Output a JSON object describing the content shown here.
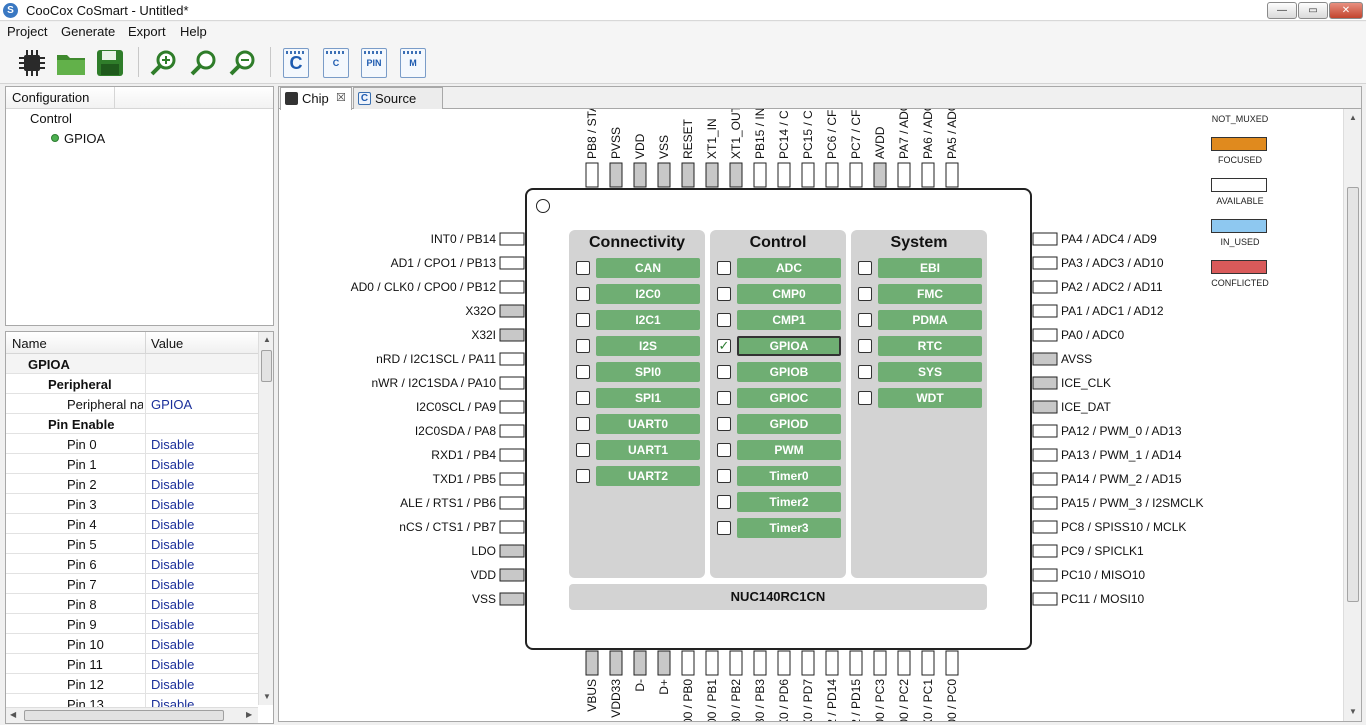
{
  "window": {
    "title": "CooCox CoSmart - Untitled*",
    "icon": "S",
    "controls": {
      "min": "—",
      "max": "▭",
      "close": "✕"
    }
  },
  "menu": [
    "Project",
    "Generate",
    "Export",
    "Help"
  ],
  "toolbar": {
    "icons": [
      "chip-icon",
      "open-folder-icon",
      "save-icon",
      "zoom-in-icon",
      "zoom-reset-icon",
      "zoom-out-icon",
      "generate-c-icon",
      "generate-code-icon",
      "pin-report-icon",
      "memory-report-icon"
    ],
    "doc_labels": {
      "c": "C",
      "code": "C",
      "pin": "PIN",
      "mem": "M"
    }
  },
  "config": {
    "header": "Configuration",
    "category": "Control",
    "item": "GPIOA"
  },
  "properties": {
    "columns": [
      "Name",
      "Value"
    ],
    "rows": [
      {
        "name": "GPIOA",
        "value": "",
        "level": 1,
        "bold": true
      },
      {
        "name": "Peripheral",
        "value": "",
        "level": 2,
        "bold": true
      },
      {
        "name": "Peripheral na",
        "value": "GPIOA",
        "level": 3,
        "bold": false
      },
      {
        "name": "Pin Enable",
        "value": "",
        "level": 2,
        "bold": true
      },
      {
        "name": "Pin 0",
        "value": "Disable",
        "level": 3,
        "bold": false
      },
      {
        "name": "Pin 1",
        "value": "Disable",
        "level": 3,
        "bold": false
      },
      {
        "name": "Pin 2",
        "value": "Disable",
        "level": 3,
        "bold": false
      },
      {
        "name": "Pin 3",
        "value": "Disable",
        "level": 3,
        "bold": false
      },
      {
        "name": "Pin 4",
        "value": "Disable",
        "level": 3,
        "bold": false
      },
      {
        "name": "Pin 5",
        "value": "Disable",
        "level": 3,
        "bold": false
      },
      {
        "name": "Pin 6",
        "value": "Disable",
        "level": 3,
        "bold": false
      },
      {
        "name": "Pin 7",
        "value": "Disable",
        "level": 3,
        "bold": false
      },
      {
        "name": "Pin 8",
        "value": "Disable",
        "level": 3,
        "bold": false
      },
      {
        "name": "Pin 9",
        "value": "Disable",
        "level": 3,
        "bold": false
      },
      {
        "name": "Pin 10",
        "value": "Disable",
        "level": 3,
        "bold": false
      },
      {
        "name": "Pin 11",
        "value": "Disable",
        "level": 3,
        "bold": false
      },
      {
        "name": "Pin 12",
        "value": "Disable",
        "level": 3,
        "bold": false
      },
      {
        "name": "Pin 13",
        "value": "Disable",
        "level": 3,
        "bold": false
      }
    ]
  },
  "tabs": [
    {
      "label": "Chip",
      "icon": "chip-tab-icon",
      "close": "☒"
    },
    {
      "label": "Source",
      "icon": "source-tab-icon",
      "glyph": "C"
    }
  ],
  "legend": [
    {
      "label": "NOT_MUXED",
      "color": "#d0d0d0",
      "swatch": false
    },
    {
      "label": "FOCUSED",
      "color": "#e08a1e",
      "swatch": true
    },
    {
      "label": "AVAILABLE",
      "color": "#ffffff",
      "swatch": true
    },
    {
      "label": "IN_USED",
      "color": "#8ec8f0",
      "swatch": true
    },
    {
      "label": "CONFLICTED",
      "color": "#d95a5a",
      "swatch": true
    }
  ],
  "chip": {
    "name": "NUC140RC1CN",
    "colors": {
      "available": "#ffffff",
      "not_muxed": "#c8c8c8",
      "peripheral": "#6fae73",
      "group": "#d3d3d3"
    },
    "groups": [
      {
        "title": "Connectivity",
        "items": [
          {
            "label": "CAN",
            "checked": false
          },
          {
            "label": "I2C0",
            "checked": false
          },
          {
            "label": "I2C1",
            "checked": false
          },
          {
            "label": "I2S",
            "checked": false
          },
          {
            "label": "SPI0",
            "checked": false
          },
          {
            "label": "SPI1",
            "checked": false
          },
          {
            "label": "UART0",
            "checked": false
          },
          {
            "label": "UART1",
            "checked": false
          },
          {
            "label": "UART2",
            "checked": false
          }
        ]
      },
      {
        "title": "Control",
        "items": [
          {
            "label": "ADC",
            "checked": false
          },
          {
            "label": "CMP0",
            "checked": false
          },
          {
            "label": "CMP1",
            "checked": false
          },
          {
            "label": "GPIOA",
            "checked": true
          },
          {
            "label": "GPIOB",
            "checked": false
          },
          {
            "label": "GPIOC",
            "checked": false
          },
          {
            "label": "GPIOD",
            "checked": false
          },
          {
            "label": "PWM",
            "checked": false
          },
          {
            "label": "Timer0",
            "checked": false
          },
          {
            "label": "Timer2",
            "checked": false
          },
          {
            "label": "Timer3",
            "checked": false
          }
        ]
      },
      {
        "title": "System",
        "items": [
          {
            "label": "EBI",
            "checked": false
          },
          {
            "label": "FMC",
            "checked": false
          },
          {
            "label": "PDMA",
            "checked": false
          },
          {
            "label": "RTC",
            "checked": false
          },
          {
            "label": "SYS",
            "checked": false
          },
          {
            "label": "WDT",
            "checked": false
          }
        ]
      }
    ],
    "left_pins": [
      {
        "n": 1,
        "label": "INT0 / PB14",
        "state": "available"
      },
      {
        "n": 2,
        "label": "AD1 / CPO1 / PB13",
        "state": "available"
      },
      {
        "n": 3,
        "label": "AD0 / CLK0 / CPO0 / PB12",
        "state": "available"
      },
      {
        "n": 4,
        "label": "X32O",
        "state": "not_muxed"
      },
      {
        "n": 5,
        "label": "X32I",
        "state": "not_muxed"
      },
      {
        "n": 6,
        "label": "nRD / I2C1SCL / PA11",
        "state": "available"
      },
      {
        "n": 7,
        "label": "nWR / I2C1SDA / PA10",
        "state": "available"
      },
      {
        "n": 8,
        "label": "I2C0SCL / PA9",
        "state": "available"
      },
      {
        "n": 9,
        "label": "I2C0SDA / PA8",
        "state": "available"
      },
      {
        "n": 10,
        "label": "RXD1 / PB4",
        "state": "available"
      },
      {
        "n": 11,
        "label": "TXD1 / PB5",
        "state": "available"
      },
      {
        "n": 12,
        "label": "ALE / RTS1 / PB6",
        "state": "available"
      },
      {
        "n": 13,
        "label": "nCS / CTS1 / PB7",
        "state": "available"
      },
      {
        "n": 14,
        "label": "LDO",
        "state": "not_muxed"
      },
      {
        "n": 15,
        "label": "VDD",
        "state": "not_muxed"
      },
      {
        "n": 16,
        "label": "VSS",
        "state": "not_muxed"
      }
    ],
    "right_pins": [
      {
        "n": 48,
        "label": "PA4 / ADC4 / AD9",
        "state": "available"
      },
      {
        "n": 47,
        "label": "PA3 / ADC3 / AD10",
        "state": "available"
      },
      {
        "n": 46,
        "label": "PA2 / ADC2 / AD11",
        "state": "available"
      },
      {
        "n": 45,
        "label": "PA1 / ADC1 / AD12",
        "state": "available"
      },
      {
        "n": 44,
        "label": "PA0 / ADC0",
        "state": "available"
      },
      {
        "n": 43,
        "label": "AVSS",
        "state": "not_muxed"
      },
      {
        "n": 42,
        "label": "ICE_CLK",
        "state": "not_muxed"
      },
      {
        "n": 41,
        "label": "ICE_DAT",
        "state": "not_muxed"
      },
      {
        "n": 40,
        "label": "PA12 / PWM_0 / AD13",
        "state": "available"
      },
      {
        "n": 39,
        "label": "PA13 / PWM_1 / AD14",
        "state": "available"
      },
      {
        "n": 38,
        "label": "PA14 / PWM_2 / AD15",
        "state": "available"
      },
      {
        "n": 37,
        "label": "PA15 / PWM_3 / I2SMCLK",
        "state": "available"
      },
      {
        "n": 36,
        "label": "PC8 / SPISS10 / MCLK",
        "state": "available"
      },
      {
        "n": 35,
        "label": "PC9 / SPICLK1",
        "state": "available"
      },
      {
        "n": 34,
        "label": "PC10 / MISO10",
        "state": "available"
      },
      {
        "n": 33,
        "label": "PC11 / MOSI10",
        "state": "available"
      }
    ],
    "top_pins": [
      {
        "n": 64,
        "label": "PB8 / STA",
        "state": "available"
      },
      {
        "n": 63,
        "label": "PVSS",
        "state": "not_muxed"
      },
      {
        "n": 62,
        "label": "VDD",
        "state": "not_muxed"
      },
      {
        "n": 61,
        "label": "VSS",
        "state": "not_muxed"
      },
      {
        "n": 60,
        "label": "RESET",
        "state": "not_muxed"
      },
      {
        "n": 59,
        "label": "XT1_IN",
        "state": "not_muxed"
      },
      {
        "n": 58,
        "label": "XT1_OUT",
        "state": "not_muxed"
      },
      {
        "n": 57,
        "label": "PB15 / IN",
        "state": "available"
      },
      {
        "n": 56,
        "label": "PC14 / C",
        "state": "available"
      },
      {
        "n": 55,
        "label": "PC15 / C",
        "state": "available"
      },
      {
        "n": 54,
        "label": "PC6 / CF",
        "state": "available"
      },
      {
        "n": 53,
        "label": "PC7 / CF",
        "state": "available"
      },
      {
        "n": 52,
        "label": "AVDD",
        "state": "not_muxed"
      },
      {
        "n": 51,
        "label": "PA7 / ADC",
        "state": "available"
      },
      {
        "n": 50,
        "label": "PA6 / ADC",
        "state": "available"
      },
      {
        "n": 49,
        "label": "PA5 / ADC",
        "state": "available"
      }
    ],
    "bottom_pins": [
      {
        "n": 17,
        "label": "VBUS",
        "state": "not_muxed"
      },
      {
        "n": 18,
        "label": "VDD33",
        "state": "not_muxed"
      },
      {
        "n": 19,
        "label": "D-",
        "state": "not_muxed"
      },
      {
        "n": 20,
        "label": "D+",
        "state": "not_muxed"
      },
      {
        "n": 21,
        "label": "00 / PB0",
        "state": "available"
      },
      {
        "n": 22,
        "label": "00 / PB1",
        "state": "available"
      },
      {
        "n": 23,
        "label": "30 / PB2",
        "state": "available"
      },
      {
        "n": 24,
        "label": "30 / PB3",
        "state": "available"
      },
      {
        "n": 25,
        "label": "X0 / PD6",
        "state": "available"
      },
      {
        "n": 26,
        "label": "X0 / PD7",
        "state": "available"
      },
      {
        "n": 27,
        "label": "2 / PD14",
        "state": "available"
      },
      {
        "n": 28,
        "label": "2 / PD15",
        "state": "available"
      },
      {
        "n": 29,
        "label": "00 / PC3",
        "state": "available"
      },
      {
        "n": 30,
        "label": "00 / PC2",
        "state": "available"
      },
      {
        "n": 31,
        "label": "X0 / PC1",
        "state": "available"
      },
      {
        "n": 32,
        "label": "00 / PC0",
        "state": "available"
      }
    ]
  }
}
